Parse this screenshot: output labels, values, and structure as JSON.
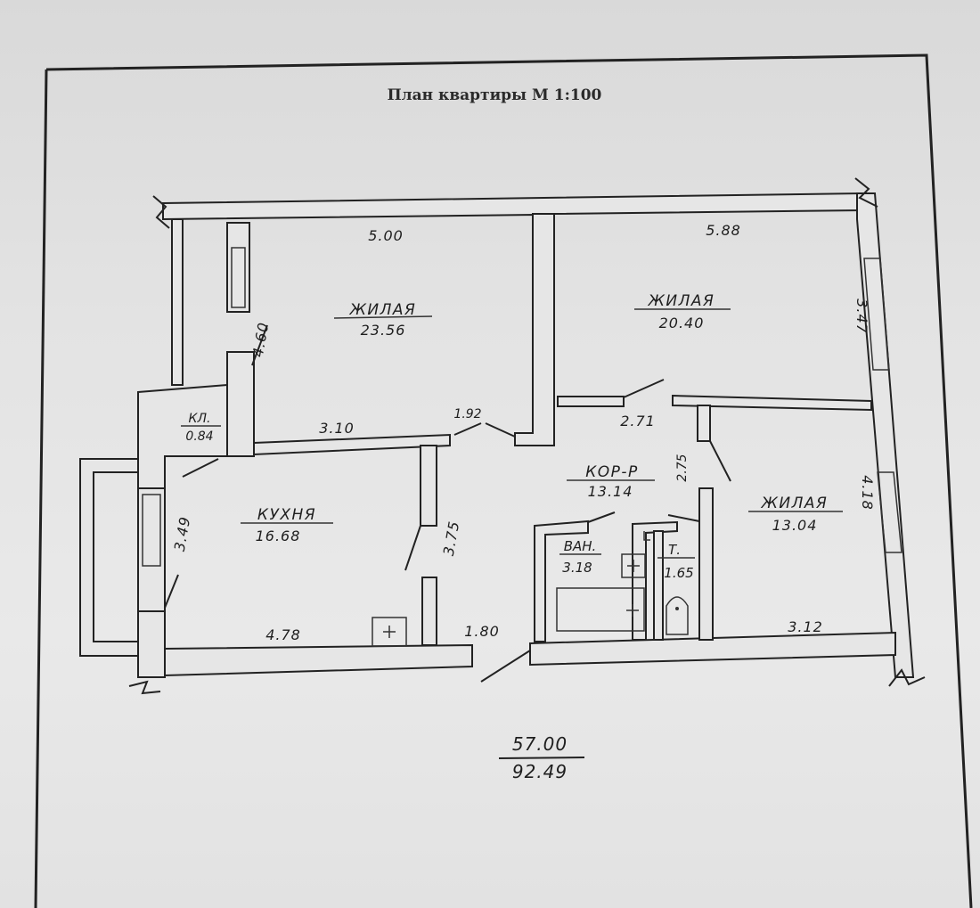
{
  "title": "План квартиры М 1:100",
  "rooms": {
    "living1": {
      "name": "ЖИЛАЯ",
      "area": "23.56"
    },
    "living2": {
      "name": "ЖИЛАЯ",
      "area": "20.40"
    },
    "living3": {
      "name": "ЖИЛАЯ",
      "area": "13.04"
    },
    "kitchen": {
      "name": "КУХНЯ",
      "area": "16.68"
    },
    "pantry": {
      "name": "КЛ.",
      "area": "0.84"
    },
    "corridor": {
      "name": "КОР-Р",
      "area": "13.14"
    },
    "bath": {
      "name": "ВАН.",
      "area": "3.18"
    },
    "toilet": {
      "name": "Т.",
      "area": "1.65"
    }
  },
  "dimensions": {
    "d_500": "5.00",
    "d_588": "5.88",
    "d_347": "3.47",
    "d_460": "4.60",
    "d_310": "3.10",
    "d_192": "1.92",
    "d_271": "2.71",
    "d_275": "2.75",
    "d_418": "4.18",
    "d_349": "3.49",
    "d_375": "3.75",
    "d_478": "4.78",
    "d_180": "1.80",
    "d_312": "3.12"
  },
  "totals": {
    "living_area": "57.00",
    "total_area": "92.49"
  }
}
